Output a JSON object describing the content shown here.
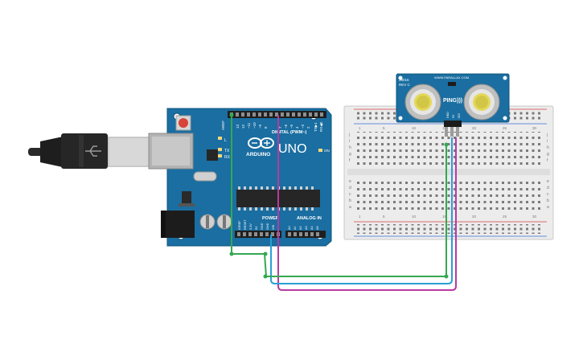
{
  "arduino": {
    "brand": "ARDUINO",
    "model": "UNO",
    "digital_label": "DIGITAL (PWM~)",
    "power_label": "POWER",
    "analog_label": "ANALOG IN",
    "on_label": "ON",
    "aref_label": "AREF",
    "l_label": "L",
    "tx_label": "TX",
    "rx_label": "RX",
    "tx1_label": "TX▶1",
    "rx0_label": "RX◀0",
    "digital_pins": [
      "13",
      "12",
      "~11",
      "~10",
      "~9",
      "8",
      "7",
      "~6",
      "~5",
      "4",
      "~3",
      "2"
    ],
    "power_pins": [
      "IOREF",
      "RESET",
      "3.3V",
      "5V",
      "GND",
      "GND",
      "VIN"
    ],
    "analog_pins": [
      "A0",
      "A1",
      "A2",
      "A3",
      "A4",
      "A5"
    ]
  },
  "sensor": {
    "part_number": "28015",
    "revision": "REV C",
    "website": "WWW.PARALLAX.COM",
    "name": "PING)))",
    "pins": [
      "GND",
      "5V",
      "SIG"
    ]
  },
  "breadboard": {
    "row_letters_top": [
      "j",
      "i",
      "h",
      "g",
      "f"
    ],
    "row_letters_bottom": [
      "e",
      "d",
      "c",
      "b",
      "a"
    ],
    "column_numbers": [
      "1",
      "5",
      "10",
      "15",
      "20",
      "25",
      "30"
    ]
  },
  "wire_colors": {
    "signal": "#35a853",
    "power": "#2a9fd6",
    "ground": "#b83aa0"
  }
}
